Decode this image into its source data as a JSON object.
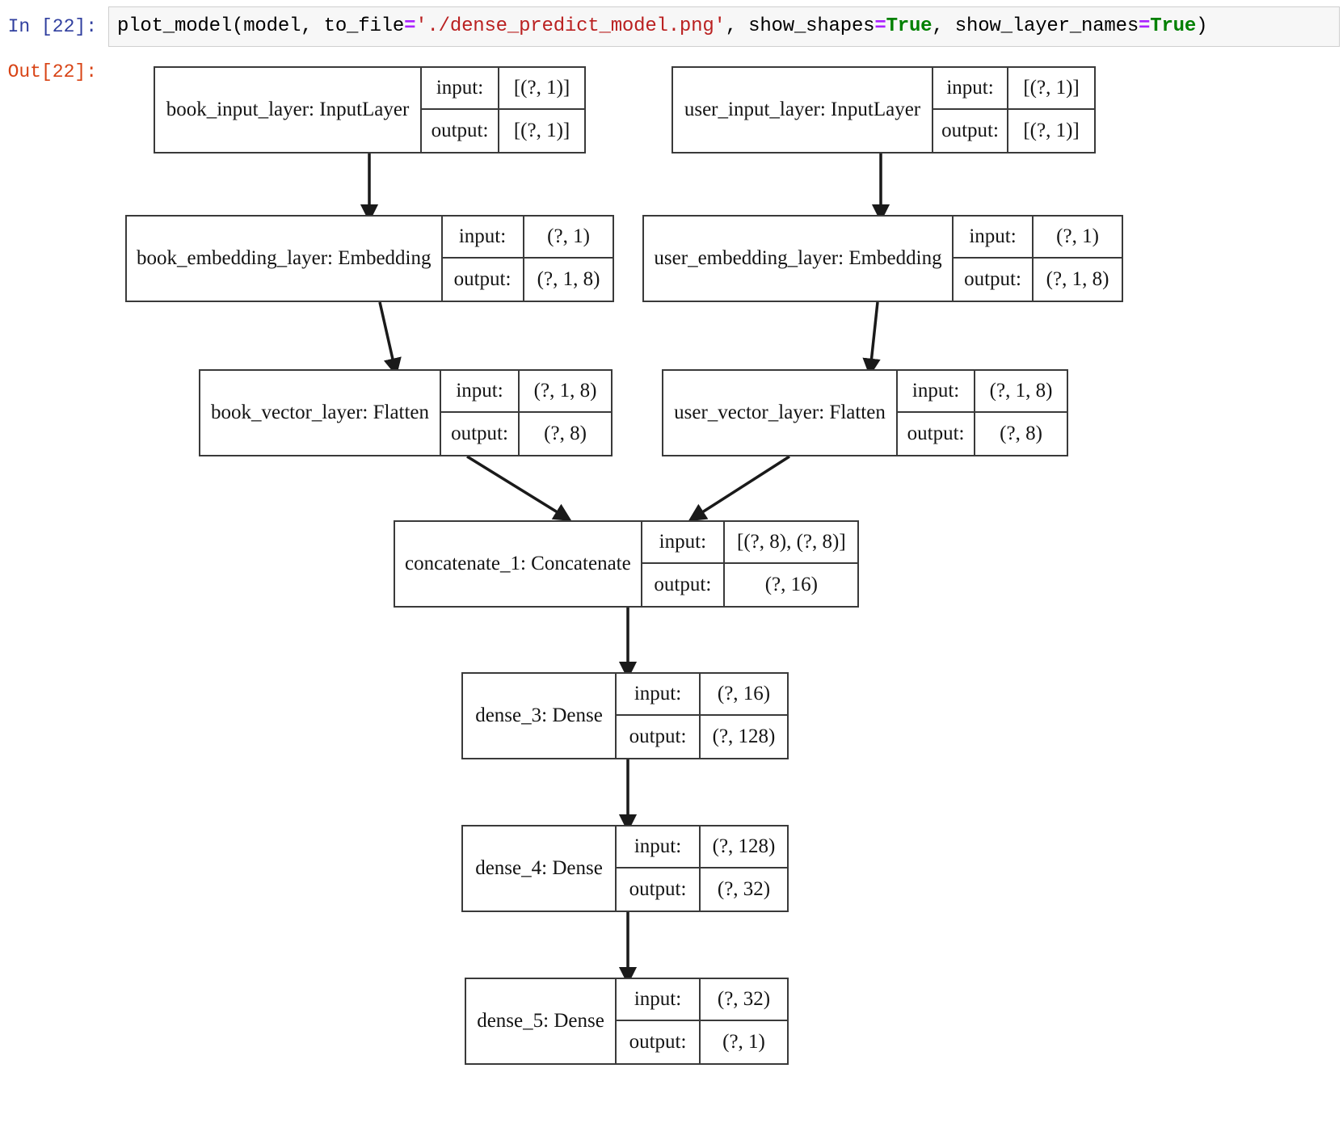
{
  "notebook": {
    "in_prompt": "In [22]:",
    "out_prompt": "Out[22]:",
    "code": {
      "call": "plot_model(model, to_file",
      "eq1": "=",
      "path": "'./dense_predict_model.png'",
      "sep1": ", show_shapes",
      "eq2": "=",
      "true1": "True",
      "sep2": ", show_layer_names",
      "eq3": "=",
      "true2": "True",
      "close": ")"
    }
  },
  "graph": {
    "io_labels": {
      "input": "input:",
      "output": "output:"
    },
    "nodes": [
      {
        "id": "book_input_layer",
        "name": "book_input_layer: InputLayer",
        "input": "[(?, 1)]",
        "output": "[(?, 1)]"
      },
      {
        "id": "user_input_layer",
        "name": "user_input_layer: InputLayer",
        "input": "[(?, 1)]",
        "output": "[(?, 1)]"
      },
      {
        "id": "book_embedding_layer",
        "name": "book_embedding_layer: Embedding",
        "input": "(?, 1)",
        "output": "(?, 1, 8)"
      },
      {
        "id": "user_embedding_layer",
        "name": "user_embedding_layer: Embedding",
        "input": "(?, 1)",
        "output": "(?, 1, 8)"
      },
      {
        "id": "book_vector_layer",
        "name": "book_vector_layer: Flatten",
        "input": "(?, 1, 8)",
        "output": "(?, 8)"
      },
      {
        "id": "user_vector_layer",
        "name": "user_vector_layer: Flatten",
        "input": "(?, 1, 8)",
        "output": "(?, 8)"
      },
      {
        "id": "concatenate_1",
        "name": "concatenate_1: Concatenate",
        "input": "[(?, 8), (?, 8)]",
        "output": "(?, 16)"
      },
      {
        "id": "dense_3",
        "name": "dense_3: Dense",
        "input": "(?, 16)",
        "output": "(?, 128)"
      },
      {
        "id": "dense_4",
        "name": "dense_4: Dense",
        "input": "(?, 128)",
        "output": "(?, 32)"
      },
      {
        "id": "dense_5",
        "name": "dense_5: Dense",
        "input": "(?, 32)",
        "output": "(?, 1)"
      }
    ],
    "edges": [
      {
        "from": "book_input_layer",
        "to": "book_embedding_layer"
      },
      {
        "from": "user_input_layer",
        "to": "user_embedding_layer"
      },
      {
        "from": "book_embedding_layer",
        "to": "book_vector_layer"
      },
      {
        "from": "user_embedding_layer",
        "to": "user_vector_layer"
      },
      {
        "from": "book_vector_layer",
        "to": "concatenate_1"
      },
      {
        "from": "user_vector_layer",
        "to": "concatenate_1"
      },
      {
        "from": "concatenate_1",
        "to": "dense_3"
      },
      {
        "from": "dense_3",
        "to": "dense_4"
      },
      {
        "from": "dense_4",
        "to": "dense_5"
      }
    ]
  }
}
